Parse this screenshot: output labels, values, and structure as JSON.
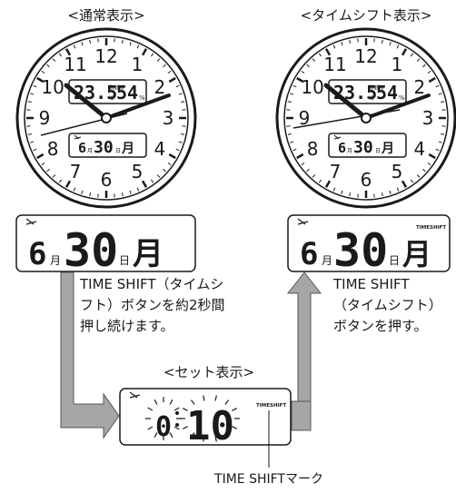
{
  "headings": {
    "normal": "<通常表示>",
    "timeshift": "<タイムシフト表示>",
    "set": "<セット表示>"
  },
  "dial_numbers": [
    "12",
    "1",
    "2",
    "3",
    "4",
    "5",
    "6",
    "7",
    "8",
    "9",
    "10",
    "11"
  ],
  "lcd_top": {
    "temp": "23.5",
    "temp_unit": "℃",
    "humidity": "54",
    "humidity_unit": "%",
    "label_temp": "温度",
    "label_hum": "湿度"
  },
  "lcd_bottom": {
    "month": "6",
    "month_unit": "月",
    "day": "30",
    "day_unit": "日",
    "weekday": "月"
  },
  "normal_display": {
    "month": "6",
    "month_unit": "月",
    "day": "30",
    "day_unit": "日",
    "weekday": "月"
  },
  "timeshift_display": {
    "month": "6",
    "month_unit": "月",
    "day": "30",
    "day_unit": "日",
    "weekday": "月",
    "mark": "TIMESHIFT"
  },
  "set_display": {
    "hours": "0",
    "minutes": "10",
    "mark": "TIMESHIFT"
  },
  "instructions": {
    "hold_line1": "TIME SHIFT（タイムシ",
    "hold_line2": "フト）ボタンを約2秒間",
    "hold_line3": "押し続けます。",
    "press_line1": "TIME SHIFT",
    "press_line2": "（タイムシフト）",
    "press_line3": "ボタンを押す。"
  },
  "callout_label": "TIME SHIFTマーク",
  "colors": {
    "ink": "#1a1a1a",
    "arrow": "#a6a6a6",
    "arrow_edge": "#555555",
    "lcd_bg": "#ffffff"
  }
}
